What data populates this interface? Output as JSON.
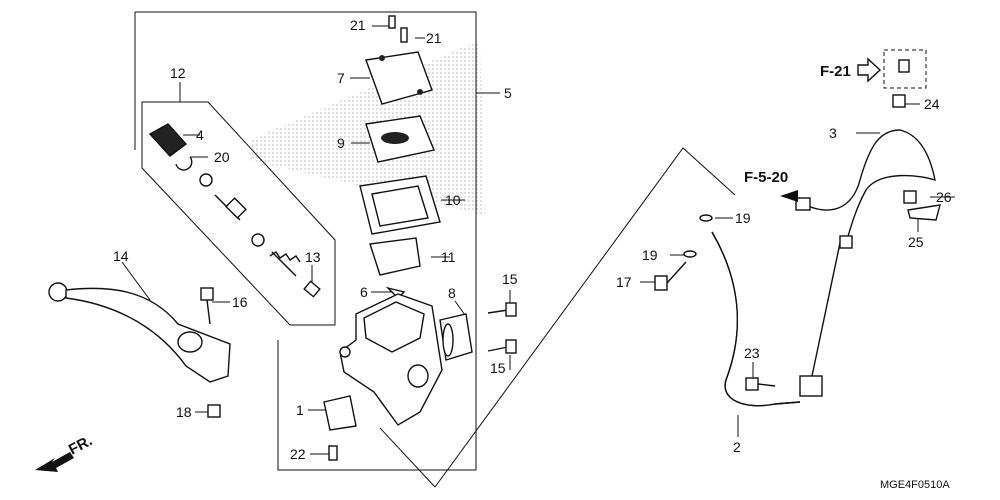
{
  "diagram": {
    "part_numbers": {
      "p1": "1",
      "p2": "2",
      "p3": "3",
      "p4": "4",
      "p5": "5",
      "p6": "6",
      "p7": "7",
      "p8": "8",
      "p9": "9",
      "p10": "10",
      "p11": "11",
      "p12": "12",
      "p13": "13",
      "p14": "14",
      "p15a": "15",
      "p15b": "15",
      "p16": "16",
      "p17": "17",
      "p18": "18",
      "p19a": "19",
      "p19b": "19",
      "p20": "20",
      "p21a": "21",
      "p21b": "21",
      "p22": "22",
      "p23": "23",
      "p24": "24",
      "p25": "25",
      "p26": "26"
    },
    "refs": {
      "f21": "F-21",
      "f520": "F-5-20"
    },
    "front_label": "FR.",
    "diagram_code": "MGE4F0510A",
    "colors": {
      "line": "#111111",
      "dots": "#9a9a9a",
      "part_fill": "#ffffff",
      "part_dark": "#222222"
    }
  }
}
